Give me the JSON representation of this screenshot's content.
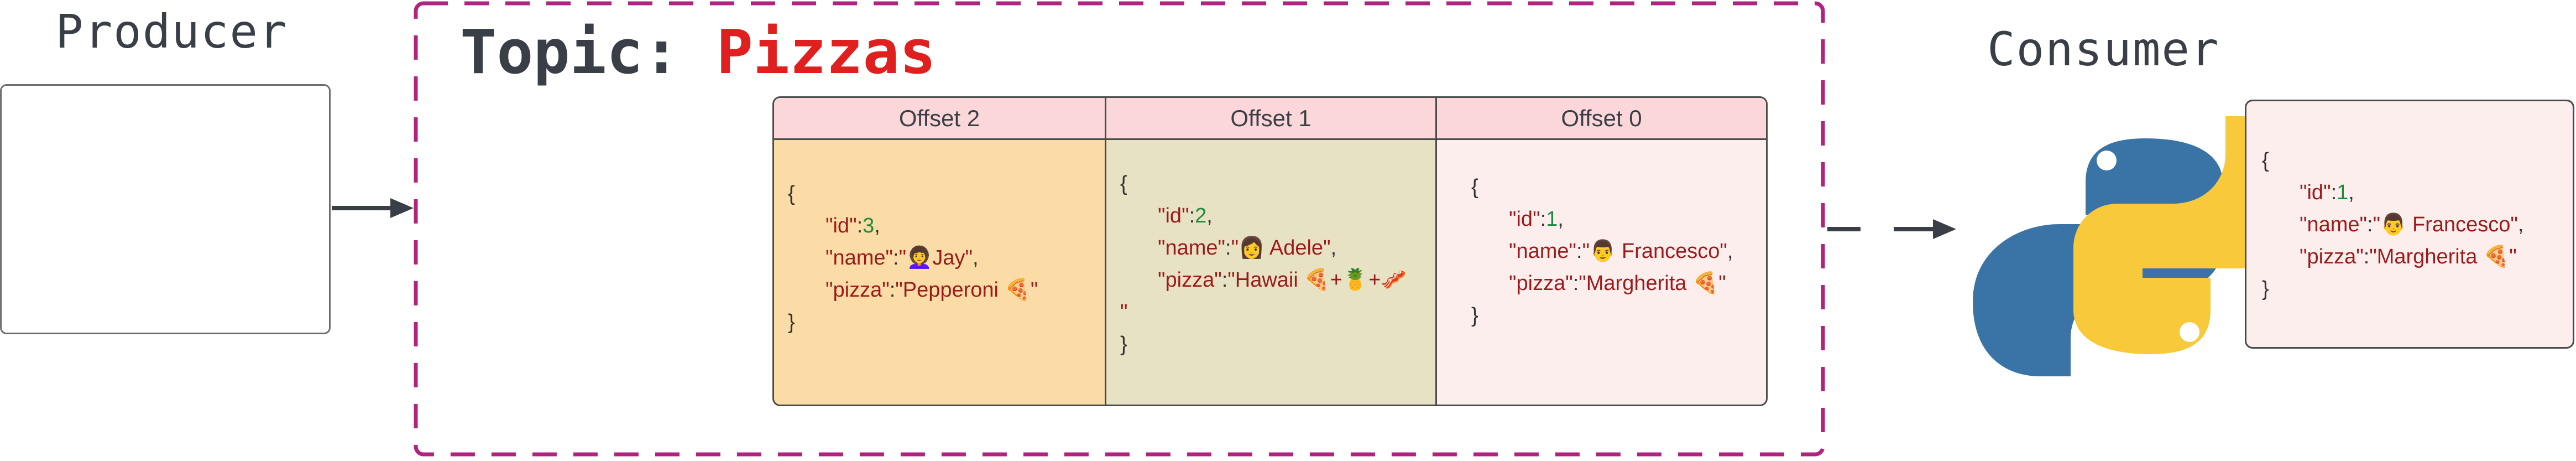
{
  "producer": {
    "label": "Producer"
  },
  "topic": {
    "prefix": "Topic: ",
    "name": "Pizzas"
  },
  "consumer": {
    "label": "Consumer"
  },
  "colors": {
    "topic_border": "#b0247f",
    "topic_name": "#e01f1f",
    "header_bg": "#fbd7d9",
    "offset2_bg": "#fbdba6",
    "offset1_bg": "#e8e2c4",
    "offset0_bg": "#fdeeee",
    "python_blue": "#3a74a6",
    "python_yellow": "#f9c93c"
  },
  "icons": {
    "consumer_logo": "python-logo-icon"
  },
  "offsets": [
    {
      "header": "Offset 2",
      "open": "{",
      "id_key": "\"id\"",
      "id_sep": ":",
      "id_val": "3",
      "id_end": ",",
      "name_key": "\"name\"",
      "name_sep": ":",
      "name_val": "\"👩‍🦱Jay\"",
      "name_end": ",",
      "pizza_key": "\"pizza\"",
      "pizza_sep": ":",
      "pizza_val": "\"Pepperoni 🍕\"",
      "close": "}"
    },
    {
      "header": "Offset 1",
      "open": "{",
      "id_key": "\"id\"",
      "id_sep": ":",
      "id_val": "2",
      "id_end": ",",
      "name_key": "\"name\"",
      "name_sep": ":",
      "name_val": "\"👩 Adele\"",
      "name_end": ",",
      "pizza_key": "\"pizza\"",
      "pizza_sep": ":",
      "pizza_val": "\"Hawaii 🍕+🍍+🥓",
      "pizza_wrap": "\"",
      "close": "}"
    },
    {
      "header": "Offset 0",
      "open": "{",
      "id_key": "\"id\"",
      "id_sep": ":",
      "id_val": "1",
      "id_end": ",",
      "name_key": "\"name\"",
      "name_sep": ":",
      "name_val": "\"👨 Francesco\"",
      "name_end": ",",
      "pizza_key": "\"pizza\"",
      "pizza_sep": ":",
      "pizza_val": "\"Margherita 🍕\"",
      "close": "}"
    }
  ],
  "consumed": {
    "open": "{",
    "id_key": "\"id\"",
    "id_sep": ":",
    "id_val": "1",
    "id_end": ",",
    "name_key": "\"name\"",
    "name_sep": ":",
    "name_val": "\"👨 Francesco\"",
    "name_end": ",",
    "pizza_key": "\"pizza\"",
    "pizza_sep": ":",
    "pizza_val": "\"Margherita 🍕\"",
    "close": "}"
  }
}
